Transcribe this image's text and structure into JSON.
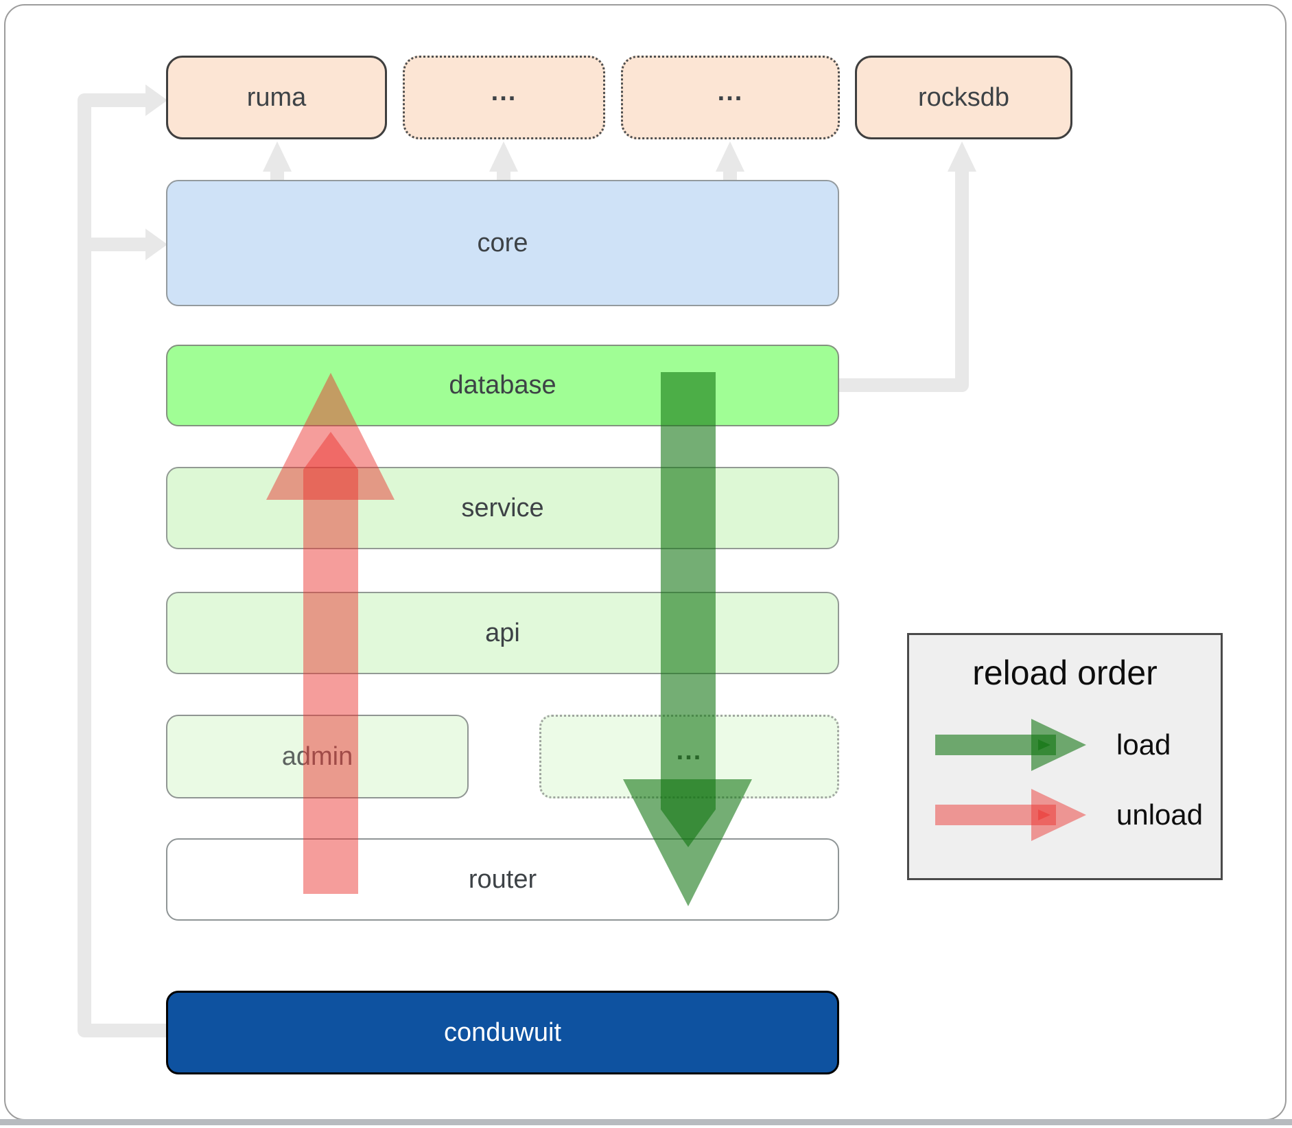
{
  "diagram": {
    "boxes": {
      "ruma": {
        "label": "ruma"
      },
      "dots_top_1": {
        "label": "..."
      },
      "dots_top_2": {
        "label": "..."
      },
      "rocksdb": {
        "label": "rocksdb"
      },
      "core": {
        "label": "core"
      },
      "database": {
        "label": "database"
      },
      "service": {
        "label": "service"
      },
      "api": {
        "label": "api"
      },
      "admin": {
        "label": "admin"
      },
      "dots_admin": {
        "label": "..."
      },
      "router": {
        "label": "router"
      },
      "conduwuit": {
        "label": "conduwuit"
      }
    },
    "legend": {
      "title": "reload order",
      "items": [
        {
          "label": "load",
          "color": "rgba(15,115,15,0.58)"
        },
        {
          "label": "unload",
          "color": "rgba(235,50,45,0.48)"
        }
      ]
    },
    "colors": {
      "peach": "#fce5d4",
      "core_blue": "#cfe2f7",
      "database_green": "#a0fe95",
      "service_green": "#ddf8d5",
      "api_green": "#e1f9da",
      "admin_green": "#eafae4",
      "admin_dotted_green": "#ecfbe7",
      "router_white": "#ffffff",
      "conduwuit_blue": "#0e52a0",
      "connector_gray": "#e8e8e8",
      "load_green": "rgba(15,115,15,0.58)",
      "unload_red": "rgba(235,50,45,0.48)",
      "legend_bg": "#efefef"
    }
  }
}
